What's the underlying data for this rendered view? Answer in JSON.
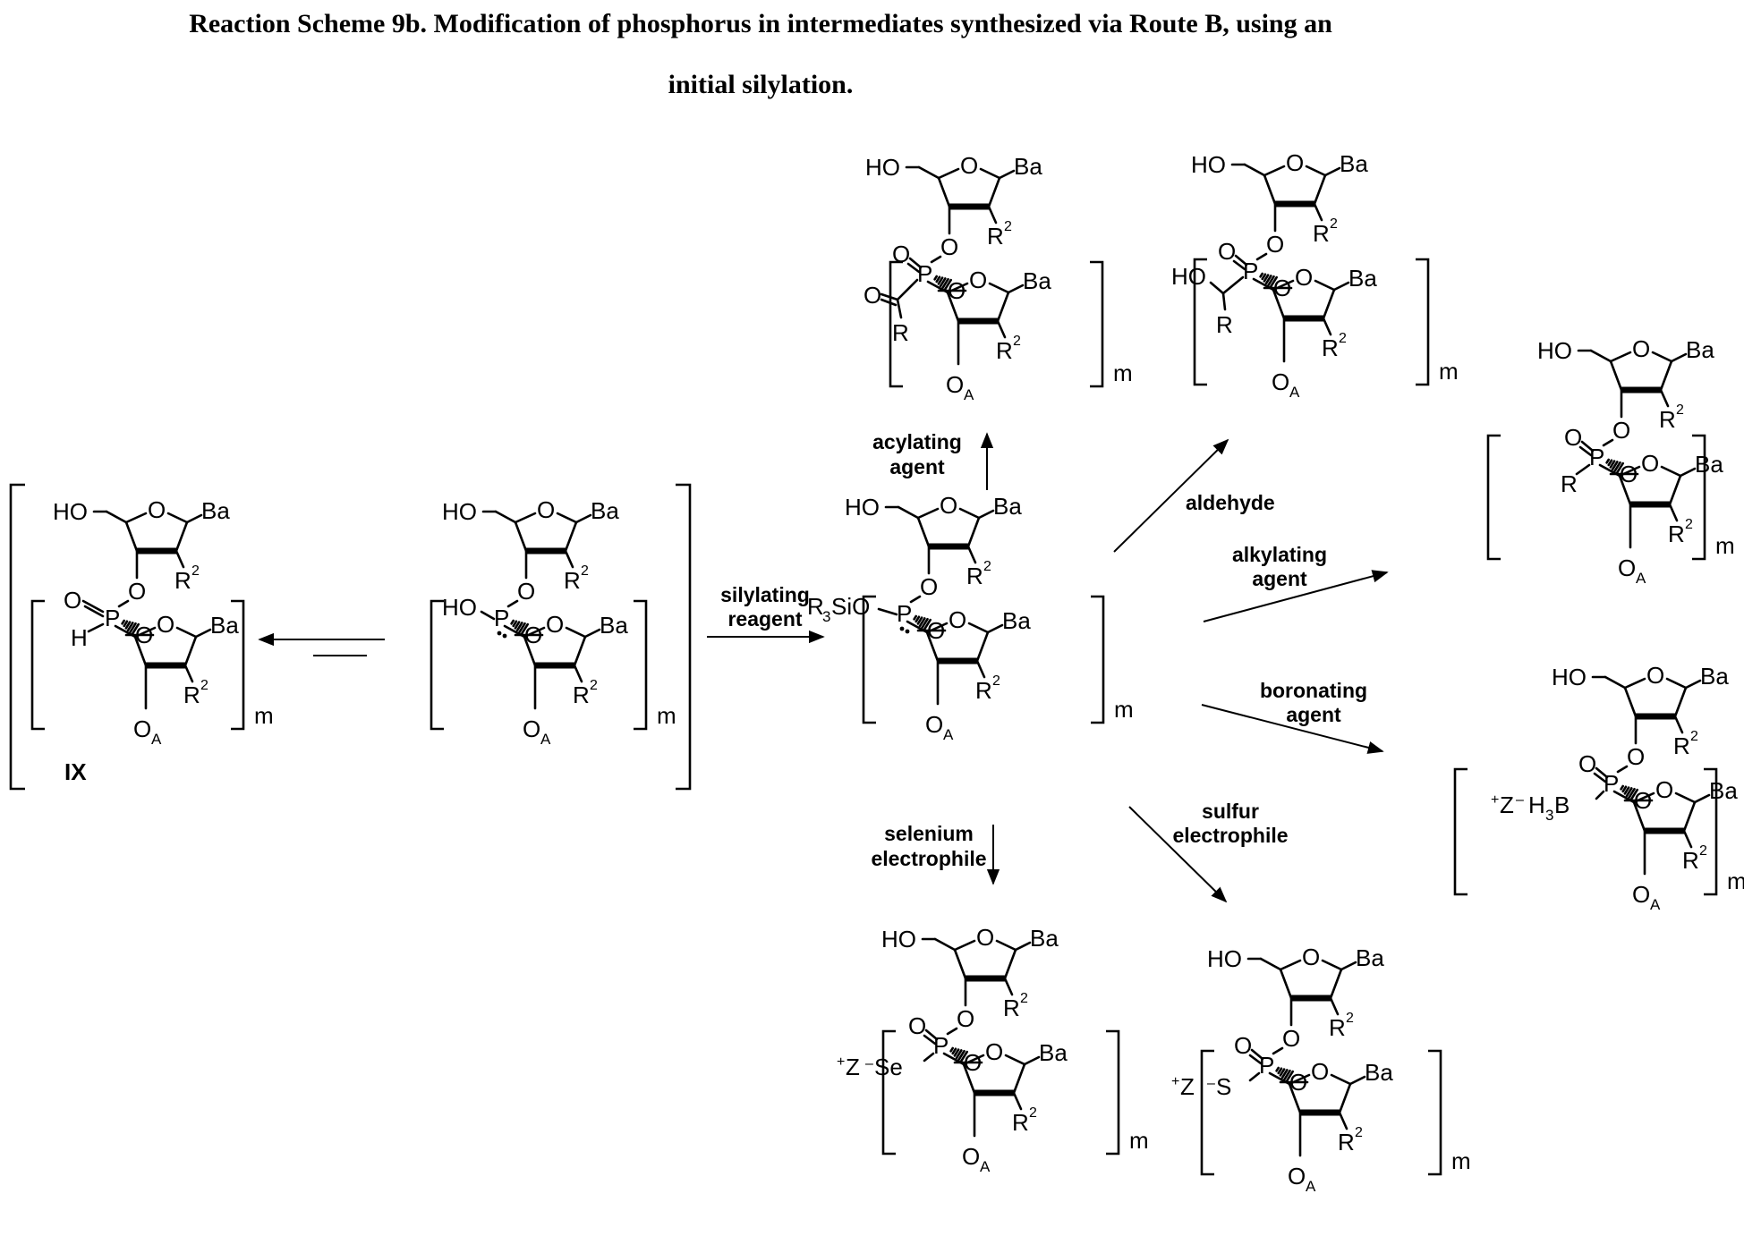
{
  "title": {
    "line1": "Reaction Scheme 9b. Modification of phosphorus in intermediates synthesized via Route B, using an",
    "line2": "initial silylation."
  },
  "compound_label": "IX",
  "atoms": {
    "ho": "HO",
    "o": "O",
    "ba": "Ba",
    "r": "R",
    "two": "2",
    "p": "P",
    "h": "H",
    "m": "m",
    "oa_o": "O",
    "oa_a": "A",
    "r3si": "R",
    "three": "3",
    "si": "SiO",
    "zplus": "+",
    "z": "Z",
    "minus": "–",
    "se": "Se",
    "s": "S",
    "h3b_h": "H",
    "h3b_b": "B"
  },
  "reagents": {
    "silylating": [
      "silylating",
      "reagent"
    ],
    "acylating": [
      "acylating",
      "agent"
    ],
    "aldehyde": "aldehyde",
    "alkylating": [
      "alkylating",
      "agent"
    ],
    "boronating": [
      "boronating",
      "agent"
    ],
    "sulfur": [
      "sulfur",
      "electrophile"
    ],
    "selenium": [
      "selenium",
      "electrophile"
    ]
  }
}
